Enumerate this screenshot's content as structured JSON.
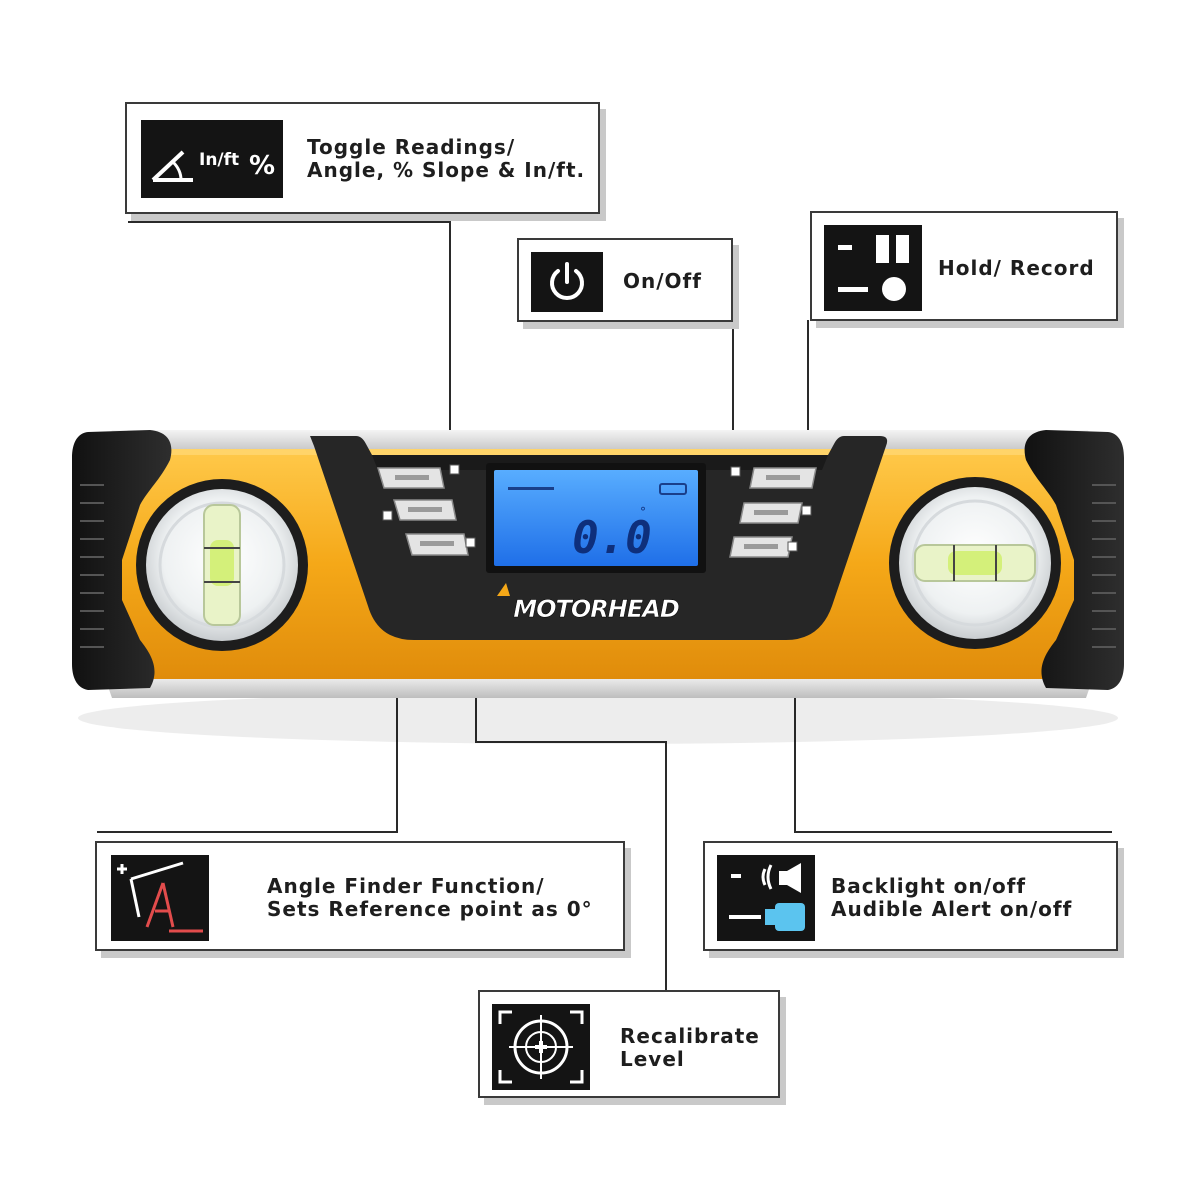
{
  "callouts": {
    "toggle_readings": {
      "line1": "Toggle Readings/",
      "line2": "Angle, % Slope & In/ft.",
      "icon": "angle-slope-icon"
    },
    "on_off": {
      "label": "On/Off",
      "icon": "power-icon"
    },
    "hold_record": {
      "label": "Hold/ Record",
      "icon": "hold-record-icon"
    },
    "angle_finder": {
      "line1": "Angle Finder Function/",
      "line2": "Sets Reference point as 0°",
      "icon": "angle-finder-icon"
    },
    "backlight_alert": {
      "line1": "Backlight on/off",
      "line2": "Audible Alert on/off",
      "icon": "backlight-alert-icon"
    },
    "recalibrate": {
      "line1": "Recalibrate",
      "line2": "Level",
      "icon": "calibrate-target-icon"
    }
  },
  "icon_text": {
    "in_ft": "In/ft",
    "percent": "%"
  },
  "device": {
    "brand": "MOTORHEAD",
    "display_value": "0.0"
  },
  "colors": {
    "body_yellow": "#f2a71b",
    "rubber_black": "#1e1e1e",
    "lcd_blue": "#2f8fff",
    "bubble_green": "#d4f07a",
    "callout_border": "#3a3a3a",
    "icon_background": "#141414"
  }
}
